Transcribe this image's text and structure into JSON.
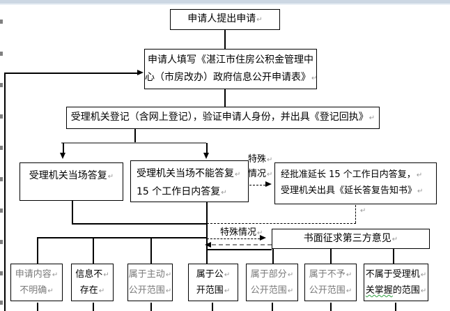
{
  "marks": {
    "return": "↵"
  },
  "flow": {
    "step1": {
      "text": "申请人提出申请"
    },
    "step2": {
      "line1": "申请人填写《湛江市住房公积金管理中",
      "line2": "心（市房改办）政府信息公开申请表》"
    },
    "step3": {
      "text": "受理机关登记（含网上登记），验证申请人身份，并出具《登记回执》"
    },
    "onsite": {
      "text": "受理机关当场答复"
    },
    "delayed": {
      "line1": "受理机关当场不能答复",
      "line2": "15 个工作日内答复"
    },
    "extended": {
      "line1": "经批准延长 15 个工作日内答复，",
      "line2": "受理机关出具《延长答复告知书》"
    },
    "third_party": {
      "text": "书面征求第三方意见"
    }
  },
  "labels": {
    "special_1_line1": "特殊",
    "special_1_line2": "情况",
    "special_2": "特殊情况"
  },
  "outcomes": {
    "unclear": {
      "line1": "申请内容",
      "line2": "不明确"
    },
    "not_exist": {
      "line1": "信息不",
      "line2": "存在"
    },
    "proactive": {
      "line1": "属于主动",
      "line2": "公开范围"
    },
    "public": {
      "line1": "属于公",
      "line2": "开范围"
    },
    "partial": {
      "line1": "属于部分",
      "line2": "公开范围"
    },
    "refuse": {
      "line1": "属于不予",
      "line2": "公开范围"
    },
    "not_held": {
      "line1": "不属于受理机",
      "line2_marked": "关掌握",
      "line2_rest": "的范围"
    }
  },
  "colors": {
    "top_band": "#ccd7e3",
    "connector_gray": "#808080",
    "return_dash_gray": "#8a8a8a",
    "squiggle_green": "#2e9e3e",
    "line_black": "#000000",
    "muted_text": "#7a7a7a"
  }
}
